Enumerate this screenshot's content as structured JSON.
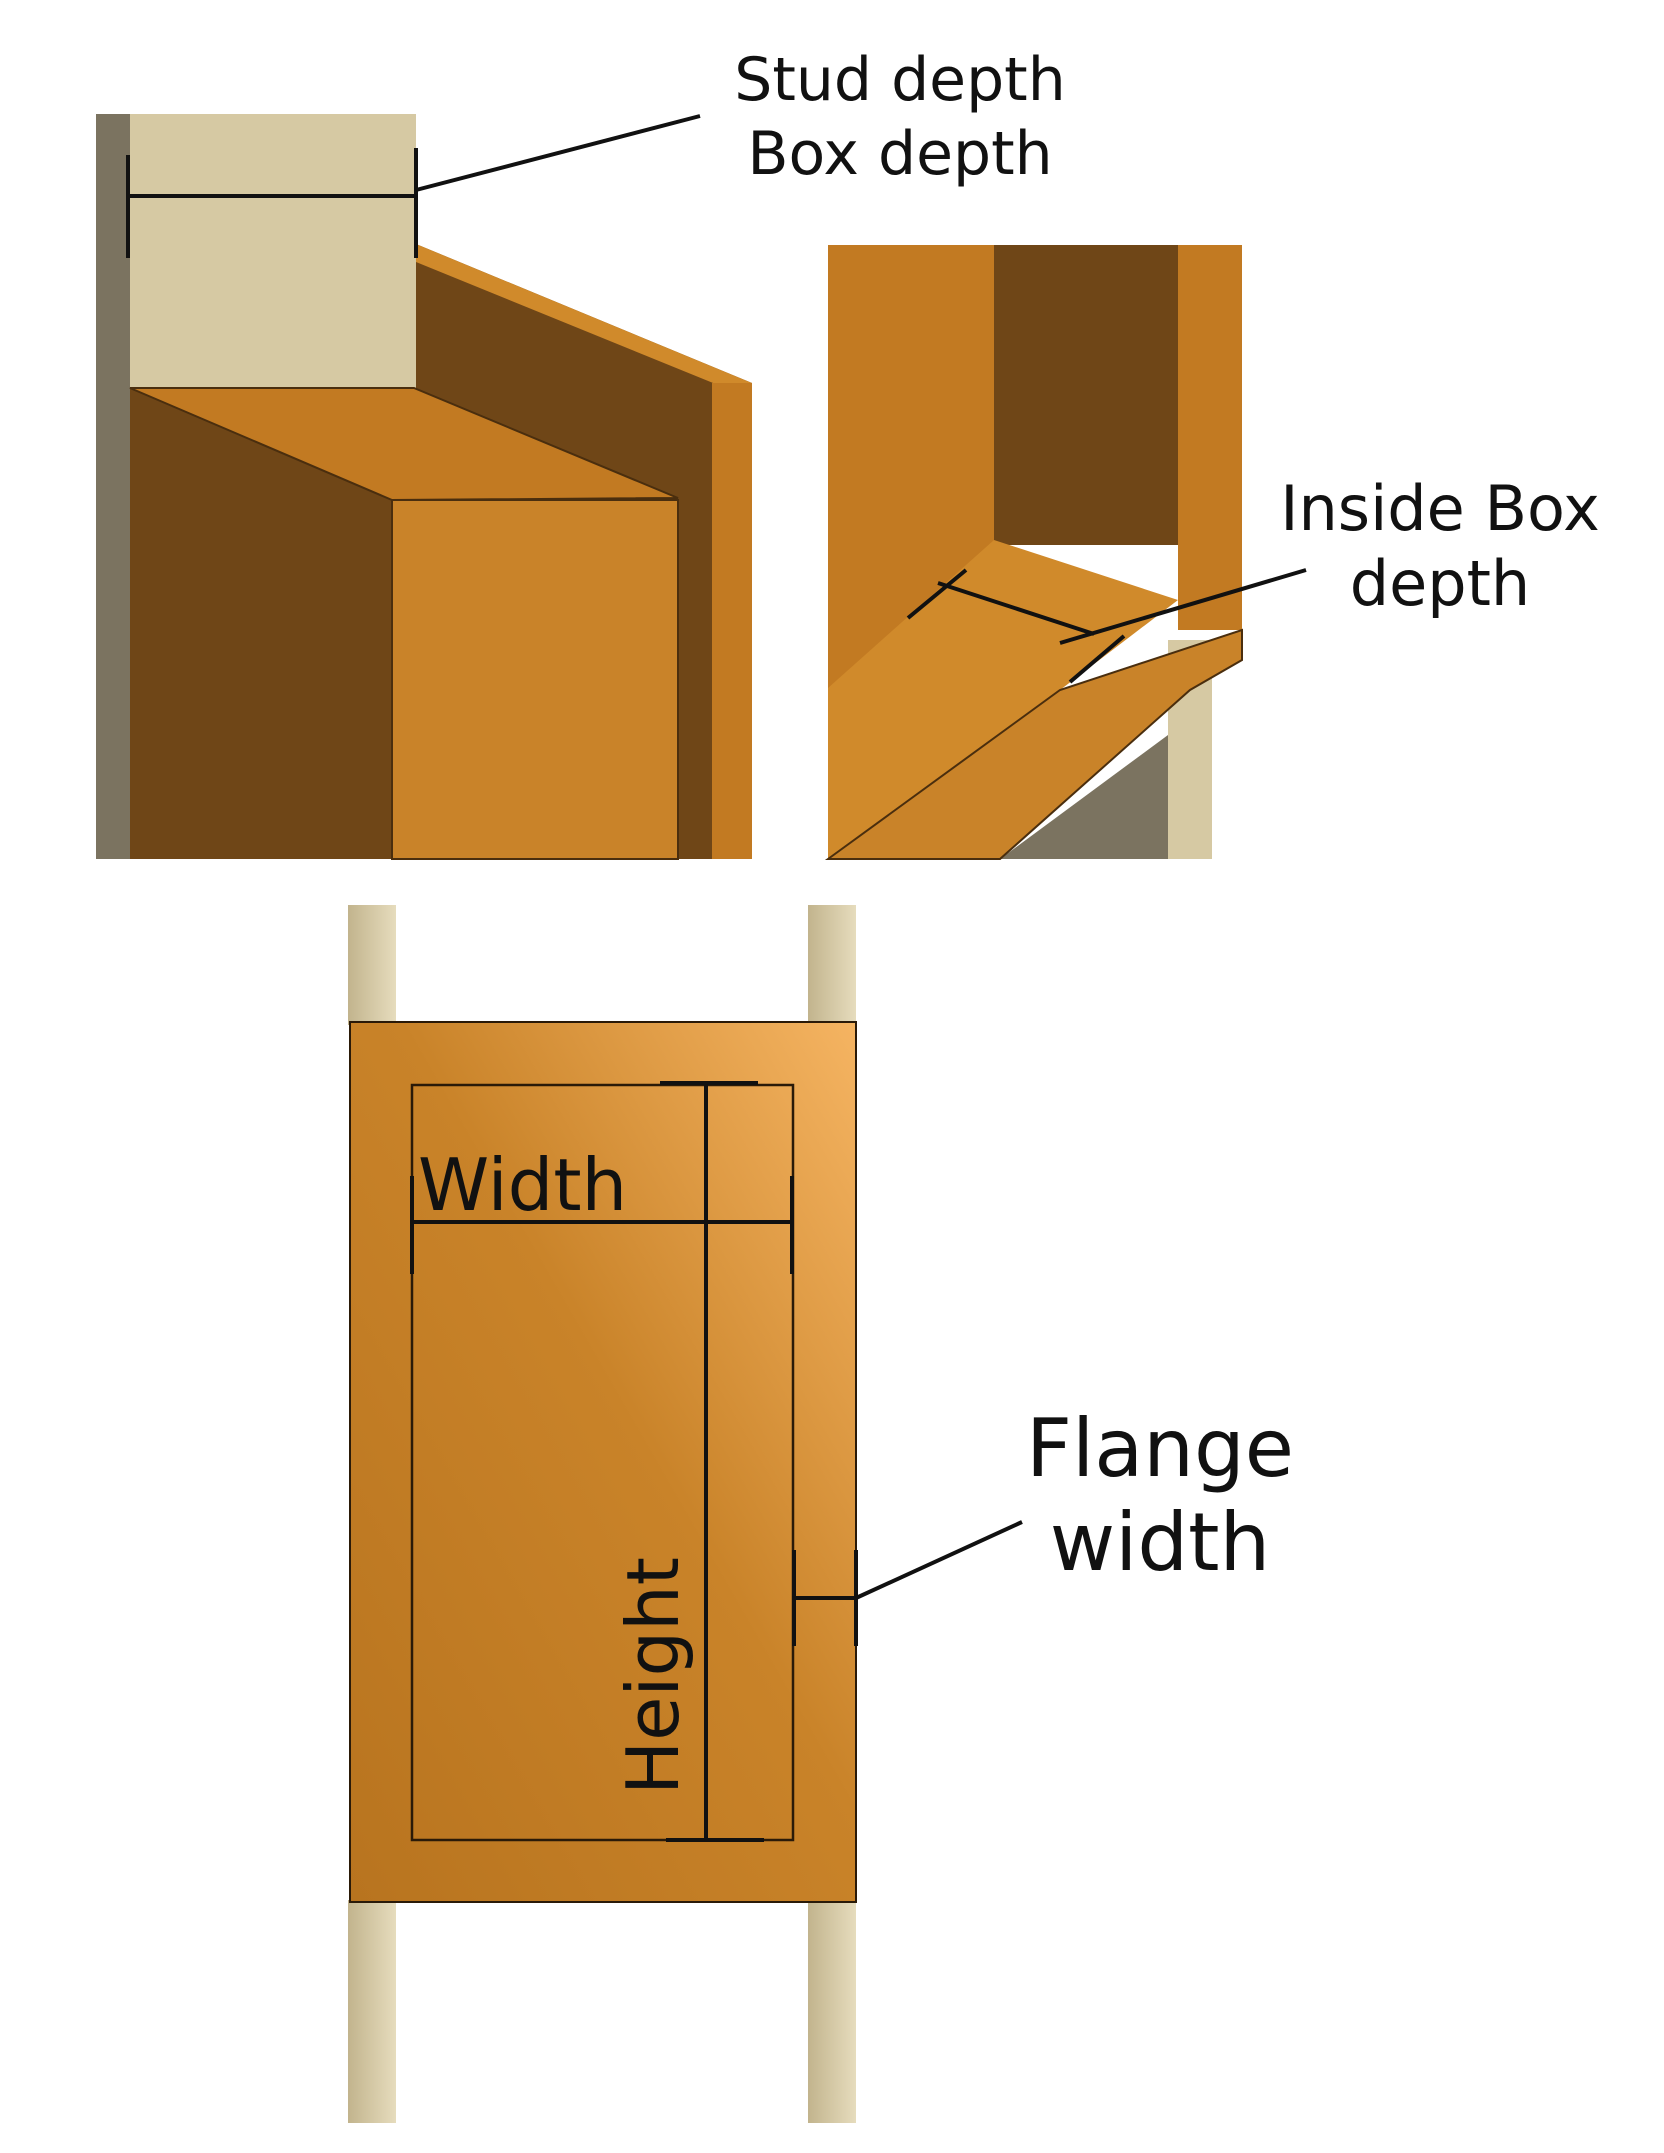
{
  "labels": {
    "stud_depth": "Stud depth",
    "box_depth": "Box depth",
    "inside_box_line1": "Inside Box",
    "inside_box_line2": "depth",
    "width": "Width",
    "height": "Height",
    "flange_line1": "Flange",
    "flange_line2": "width"
  },
  "colors": {
    "stud_light": "#d6c9a3",
    "stud_shadow": "#7b7360",
    "box_dark": "#6f4617",
    "box_mid": "#b8741f",
    "box_light": "#d08a2b",
    "box_highlight": "#f0ad5a",
    "dimension_line": "#111111"
  }
}
